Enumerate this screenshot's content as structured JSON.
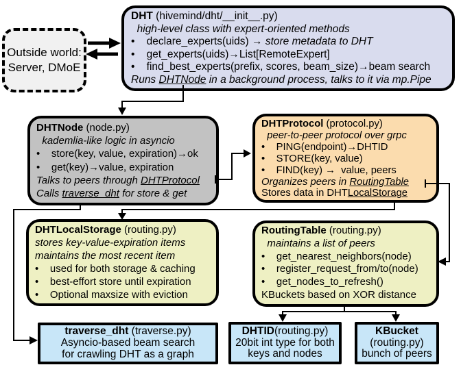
{
  "colors": {
    "outside_world_bg": "#f1f1f1",
    "dht_bg": "#d9dcee",
    "dht_node_bg": "#c2c2c2",
    "dht_protocol_bg": "#fbdcae",
    "storage_bg": "#eef0c3",
    "routing_bg": "#eef0c3",
    "bottom_bg": "#c8e6f8",
    "border": "#000000",
    "line": "#000000"
  },
  "boxes": {
    "outside_world": {
      "lines": [
        [
          {
            "t": "Outside world:"
          }
        ],
        [
          {
            "t": "Server, DMoE"
          }
        ]
      ]
    },
    "dht": {
      "lines": [
        [
          {
            "t": "DHT",
            "b": 1
          },
          {
            "t": " (hivemind/dht/__init__.py)"
          }
        ],
        [
          {
            "t": "  high-level class with expert-oriented methods",
            "i": 1
          }
        ],
        [
          {
            "t": "•    declare_experts(uids) → "
          },
          {
            "t": "store metadata to DHT",
            "i": 1
          }
        ],
        [
          {
            "t": "•    get_experts(uids)→List[RemoteExpert]"
          }
        ],
        [
          {
            "t": "•    find_best_experts(prefix, scores, beam_size)→beam search"
          }
        ],
        [
          {
            "t": "Runs ",
            "i": 1
          },
          {
            "t": "DHTNode",
            "i": 1,
            "u": 1
          },
          {
            "t": " in a background process, talks to it via mp.Pipe",
            "i": 1
          }
        ]
      ]
    },
    "dht_node": {
      "lines": [
        [
          {
            "t": "DHTNode",
            "b": 1
          },
          {
            "t": " (node.py)"
          }
        ],
        [
          {
            "t": "  kademlia-like logic in asyncio",
            "i": 1
          }
        ],
        [
          {
            "t": "•    store(key, value, expiration)→ok"
          }
        ],
        [
          {
            "t": "•    get(key)→value, expiration"
          }
        ],
        [
          {
            "t": "Talks to peers through ",
            "i": 1
          },
          {
            "t": "DHTProtocol",
            "i": 1,
            "u": 1
          }
        ],
        [
          {
            "t": "Calls ",
            "i": 1
          },
          {
            "t": "traverse_dht",
            "i": 1,
            "u": 1
          },
          {
            "t": " for store & get",
            "i": 1
          }
        ]
      ]
    },
    "dht_protocol": {
      "lines": [
        [
          {
            "t": "DHTProtocol",
            "b": 1
          },
          {
            "t": " (protocol.py)"
          }
        ],
        [
          {
            "t": "  peer-to-peer protocol over grpc",
            "i": 1
          }
        ],
        [
          {
            "t": "•    PING(endpoint)→DHTID"
          }
        ],
        [
          {
            "t": "•    STORE(key, value)"
          }
        ],
        [
          {
            "t": "•    FIND(key) →  value, peers"
          }
        ],
        [
          {
            "t": "Organizes peers in ",
            "i": 1
          },
          {
            "t": "RoutingTable",
            "i": 1,
            "u": 1
          }
        ],
        [
          {
            "t": "Stores data in DHT"
          },
          {
            "t": "LocalStorage",
            "u": 1
          }
        ]
      ]
    },
    "dht_local_storage": {
      "lines": [
        [
          {
            "t": "DHTLocalStorage",
            "b": 1
          },
          {
            "t": " (routing.py)"
          }
        ],
        [
          {
            "t": "stores key-value-expiration items",
            "i": 1
          }
        ],
        [
          {
            "t": "maintains the most recent item",
            "i": 1
          }
        ],
        [
          {
            "t": "•    used for both storage & caching"
          }
        ],
        [
          {
            "t": "•    best-effort store until expiration"
          }
        ],
        [
          {
            "t": "•    Optional maxsize with eviction"
          }
        ]
      ]
    },
    "routing_table": {
      "lines": [
        [
          {
            "t": "RoutingTable",
            "b": 1
          },
          {
            "t": " (routing.py)"
          }
        ],
        [
          {
            "t": "  maintains a list of peers",
            "i": 1
          }
        ],
        [
          {
            "t": "•    get_nearest_neighbors(node)"
          }
        ],
        [
          {
            "t": "•    register_request_from/to(node)"
          }
        ],
        [
          {
            "t": "•    get_nodes_to_refresh()"
          }
        ],
        [
          {
            "t": "KBuckets based on XOR distance"
          }
        ]
      ]
    },
    "traverse_dht": {
      "lines": [
        [
          {
            "t": "traverse_dht",
            "b": 1
          },
          {
            "t": " (traverse.py)"
          }
        ],
        [
          {
            "t": "Asyncio-based beam search"
          }
        ],
        [
          {
            "t": "for crawling DHT as a graph"
          }
        ]
      ]
    },
    "dhtid": {
      "lines": [
        [
          {
            "t": "DHTID",
            "b": 1
          },
          {
            "t": "(routing.py)"
          }
        ],
        [
          {
            "t": "20bit int type for both"
          }
        ],
        [
          {
            "t": "keys and nodes"
          }
        ]
      ]
    },
    "kbucket": {
      "lines": [
        [
          {
            "t": "KBucket",
            "b": 1
          }
        ],
        [
          {
            "t": "(routing.py)"
          }
        ],
        [
          {
            "t": "bunch of peers"
          }
        ]
      ]
    }
  },
  "connections": [
    {
      "from": "Outside world",
      "to": "DHT"
    },
    {
      "from": "DHT",
      "to": "Outside world"
    },
    {
      "from": "DHT",
      "to": "DHTNode"
    },
    {
      "from": "DHTNode",
      "to": "DHTProtocol"
    },
    {
      "from": "DHTProtocol",
      "to": "RoutingTable"
    },
    {
      "from": "DHTProtocol",
      "to": "DHTLocalStorage"
    },
    {
      "from": "DHTNode",
      "to": "traverse_dht"
    },
    {
      "from": "RoutingTable",
      "to": "DHTID"
    },
    {
      "from": "RoutingTable",
      "to": "KBucket"
    }
  ]
}
